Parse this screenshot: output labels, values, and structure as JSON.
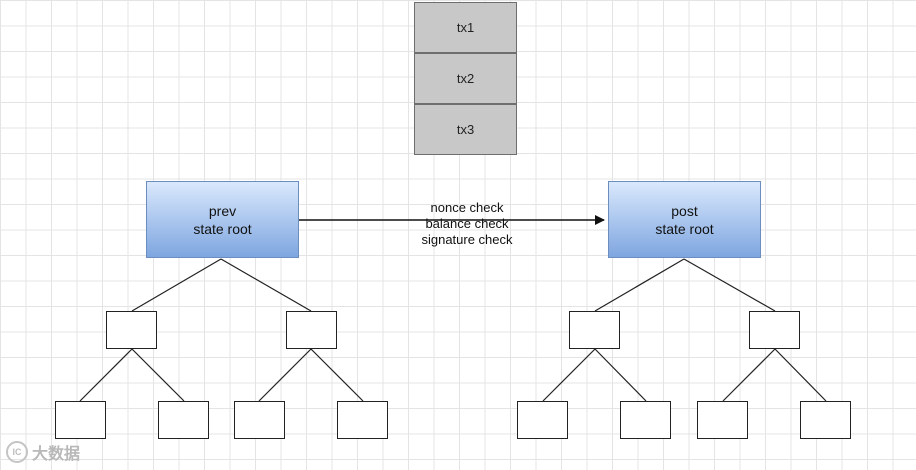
{
  "transactions": [
    "tx1",
    "tx2",
    "tx3"
  ],
  "prev_root": {
    "line1": "prev",
    "line2": "state root"
  },
  "post_root": {
    "line1": "post",
    "line2": "state root"
  },
  "checks": [
    "nonce check",
    "balance check",
    "signature check"
  ],
  "watermark": {
    "logo_text": "IC",
    "text": "大数据"
  },
  "colors": {
    "tx_fill": "#c8c8c8",
    "root_gradient_top": "#dae8fc",
    "root_gradient_bottom": "#7ea6e0",
    "root_border": "#6c8ebf",
    "line": "#222222"
  }
}
